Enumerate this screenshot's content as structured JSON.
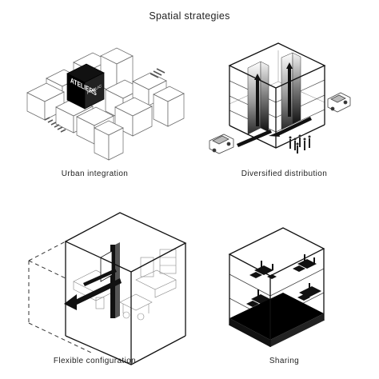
{
  "title": "Spatial strategies",
  "captions": {
    "urban": "Urban integration",
    "diversified": "Diversified distribution",
    "flexible": "Flexible configuration",
    "sharing": "Sharing"
  },
  "sign": {
    "big": "ATELIERS",
    "small": "PUBLIC"
  }
}
